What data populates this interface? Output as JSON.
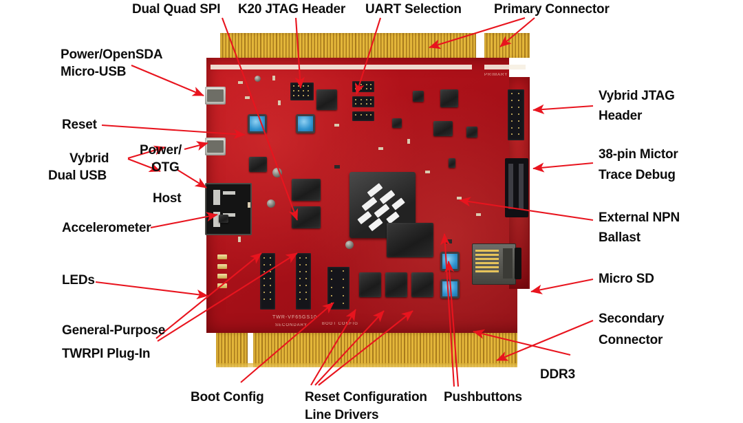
{
  "figure": {
    "subject": "Freescale TWR-VF65GS10 Vybrid Tower System board",
    "board_silkscreen": {
      "part_number": "TWR-VF65GS10",
      "secondary": "SECONDARY",
      "boot_config": "BOOT CONFIG",
      "primary": "PRIMARY"
    },
    "accent_color": "#e8141e",
    "label_color": "#0d0d0d",
    "pcb_color": "#b4121a",
    "gold_color": "#d9ae33"
  },
  "callouts": {
    "top": [
      {
        "id": "dual-quad-spi",
        "label": "Dual Quad SPI"
      },
      {
        "id": "k20-jtag-header",
        "label": "K20 JTAG Header"
      },
      {
        "id": "uart-selection",
        "label": "UART Selection"
      },
      {
        "id": "primary-connector",
        "label": "Primary Connector"
      }
    ],
    "left": [
      {
        "id": "power-opensda-micro-usb",
        "label": "Power/OpenSDA\nMicro-USB"
      },
      {
        "id": "reset",
        "label": "Reset"
      },
      {
        "id": "vybrid-dual-usb",
        "label": "Vybrid\nDual USB"
      },
      {
        "id": "power-otg",
        "label": "Power/\nOTG"
      },
      {
        "id": "host",
        "label": "Host"
      },
      {
        "id": "accelerometer",
        "label": "Accelerometer"
      },
      {
        "id": "leds",
        "label": "LEDs"
      },
      {
        "id": "general-purpose-twrpi",
        "label": "General-Purpose\nTWRPI Plug-In"
      }
    ],
    "right": [
      {
        "id": "vybrid-jtag-header",
        "label": "Vybrid JTAG\nHeader"
      },
      {
        "id": "mictor-trace-debug",
        "label": "38-pin Mictor\nTrace Debug"
      },
      {
        "id": "external-npn-ballast",
        "label": "External NPN\nBallast"
      },
      {
        "id": "micro-sd",
        "label": "Micro SD"
      },
      {
        "id": "secondary-connector",
        "label": "Secondary\nConnector"
      }
    ],
    "bottom": [
      {
        "id": "boot-config",
        "label": "Boot Config"
      },
      {
        "id": "reset-config",
        "label": "Reset Configuration\nLine Drivers"
      },
      {
        "id": "pushbuttons",
        "label": "Pushbuttons"
      },
      {
        "id": "ddr3",
        "label": "DDR3"
      }
    ]
  },
  "label_lines": {
    "dual_quad_spi": "Dual Quad SPI",
    "k20_jtag_header": "K20 JTAG Header",
    "uart_selection": "UART Selection",
    "primary_connector": "Primary Connector",
    "power_opensda_1": "Power/OpenSDA",
    "power_opensda_2": "Micro-USB",
    "reset": "Reset",
    "vybrid_1": "Vybrid",
    "vybrid_2": "Dual USB",
    "power_otg_1": "Power/",
    "power_otg_2": "OTG",
    "host": "Host",
    "accelerometer": "Accelerometer",
    "leds": "LEDs",
    "twrpi_1": "General-Purpose",
    "twrpi_2": "TWRPI Plug-In",
    "vybrid_jtag_1": "Vybrid JTAG",
    "vybrid_jtag_2": "Header",
    "mictor_1": "38-pin Mictor",
    "mictor_2": "Trace Debug",
    "npn_1": "External NPN",
    "npn_2": "Ballast",
    "micro_sd": "Micro SD",
    "secondary_1": "Secondary",
    "secondary_2": "Connector",
    "boot_config": "Boot Config",
    "reset_cfg_1": "Reset Configuration",
    "reset_cfg_2": "Line Drivers",
    "pushbuttons": "Pushbuttons",
    "ddr3": "DDR3",
    "silk_part": "TWR-VF65GS10",
    "silk_secondary": "SECONDARY",
    "silk_bootcfg": "BOOT CONFIG"
  }
}
